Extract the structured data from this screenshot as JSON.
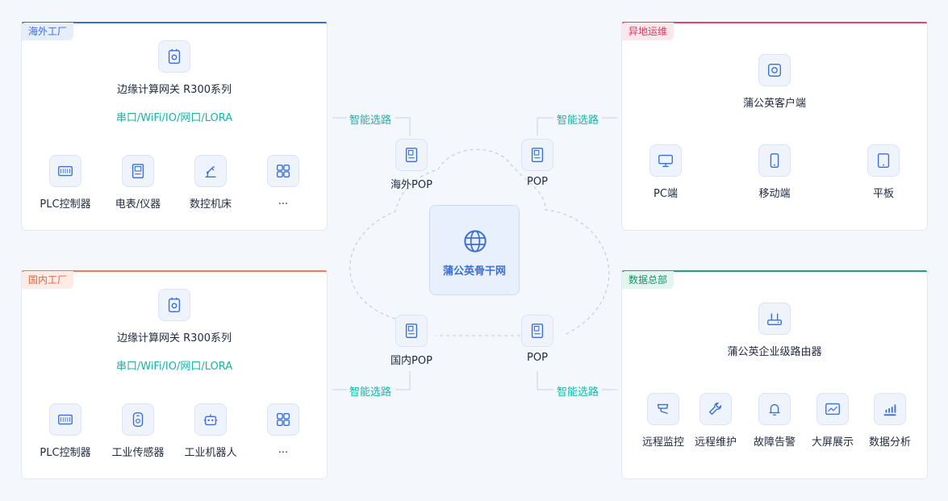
{
  "overseas": {
    "tag": "海外工厂",
    "gateway": "边缘计算网关 R300系列",
    "protocols": "串口/WiFi/IO/网口/LORA",
    "devices": [
      {
        "label": "PLC控制器",
        "icon": "plc-icon"
      },
      {
        "label": "电表/仪器",
        "icon": "meter-icon"
      },
      {
        "label": "数控机床",
        "icon": "cnc-machine-icon"
      },
      {
        "label": "...",
        "icon": "more-apps-icon"
      }
    ]
  },
  "domestic": {
    "tag": "国内工厂",
    "gateway": "边缘计算网关 R300系列",
    "protocols": "串口/WiFi/IO/网口/LORA",
    "devices": [
      {
        "label": "PLC控制器",
        "icon": "plc-icon"
      },
      {
        "label": "工业传感器",
        "icon": "sensor-icon"
      },
      {
        "label": "工业机器人",
        "icon": "robot-icon"
      },
      {
        "label": "...",
        "icon": "more-apps-icon"
      }
    ]
  },
  "remote_ops": {
    "tag": "异地运维",
    "client": "蒲公英客户端",
    "devices": [
      {
        "label": "PC端",
        "icon": "monitor-icon"
      },
      {
        "label": "移动端",
        "icon": "phone-icon"
      },
      {
        "label": "平板",
        "icon": "tablet-icon"
      }
    ]
  },
  "hq": {
    "tag": "数据总部",
    "router": "蒲公英企业级路由器",
    "apps": [
      {
        "label": "远程监控",
        "icon": "camera-icon"
      },
      {
        "label": "远程维护",
        "icon": "wrench-icon"
      },
      {
        "label": "故障告警",
        "icon": "bell-icon"
      },
      {
        "label": "大屏展示",
        "icon": "screen-icon"
      },
      {
        "label": "数据分析",
        "icon": "bar-chart-icon"
      }
    ]
  },
  "network": {
    "core": "蒲公英骨干网",
    "pops": {
      "top_left": "海外POP",
      "top_right": "POP",
      "bottom_left": "国内POP",
      "bottom_right": "POP"
    },
    "routing": "智能选路"
  },
  "colors": {
    "overseas": "#3a6fd8",
    "domestic": "#f07a5a",
    "remote_ops": "#e0456b",
    "hq": "#1aa37a",
    "protocol_text": "#1bb3a6",
    "core_text": "#3a6fd8"
  }
}
